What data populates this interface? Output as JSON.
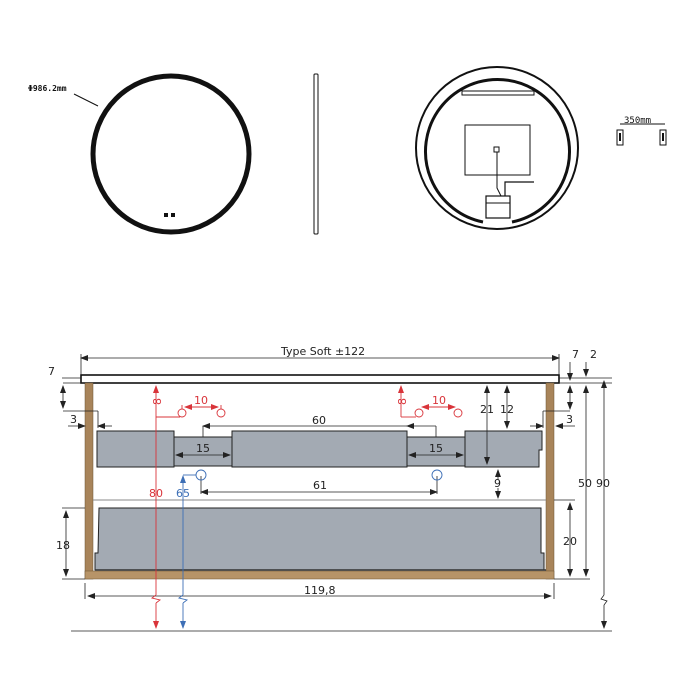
{
  "mirror_views": {
    "front": {
      "diameter_label": "Φ986.2mm"
    },
    "hanger": {
      "spacing_label": "350mm"
    }
  },
  "cabinet": {
    "overall_width_label": "Type Soft ±122",
    "inner_width_label": "119,8",
    "dims_black": {
      "top_left_7": "7",
      "left_3": "3",
      "drawer_gap_60": "60",
      "notch_left_15": "15",
      "notch_right_15": "15",
      "right_7": "7",
      "right_2": "2",
      "right_3": "3",
      "h21": "21",
      "h12": "12",
      "h9": "9",
      "h61": "61",
      "h50": "50",
      "h90": "90",
      "left_18": "18",
      "right_20": "20"
    },
    "dims_red": {
      "left_8": "8",
      "left_10": "10",
      "right_8": "8",
      "right_10": "10",
      "height_80": "80"
    },
    "dims_blue": {
      "height_65": "65"
    },
    "colors": {
      "wood": "#a8845a",
      "drawer": "#a3aab3",
      "red": "#d9343a",
      "blue": "#3d6fb6",
      "line": "#222222"
    }
  }
}
